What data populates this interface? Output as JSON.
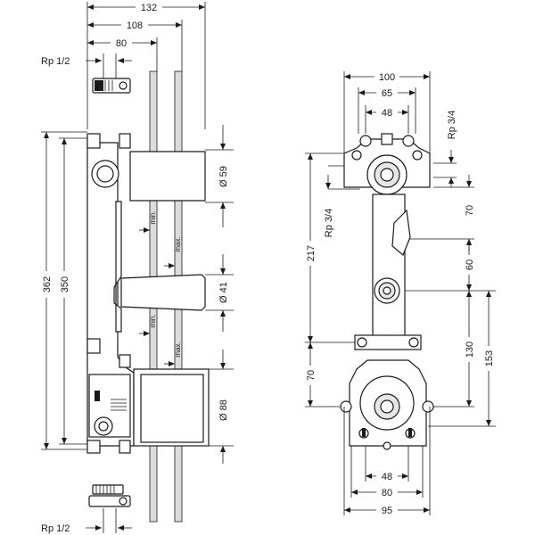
{
  "left_view": {
    "dims": {
      "d132": "132",
      "d108": "108",
      "d80": "80",
      "d362": "362",
      "d350": "350",
      "d59": "Ø 59",
      "d41": "Ø 41",
      "d88": "Ø 88"
    },
    "thread_top": "Rp 1/2",
    "thread_bottom": "Rp 1/2",
    "min_label_1": "min.",
    "max_label_1": "max.",
    "min_label_2": "min.",
    "max_label_2": "max."
  },
  "right_view": {
    "dims": {
      "d100": "100",
      "d65": "65",
      "d48_top": "48",
      "d217": "217",
      "d70_left": "70",
      "d70_right": "70",
      "d60": "60",
      "d130": "130",
      "d153": "153",
      "d48_bottom": "48",
      "d80": "80",
      "d95": "95"
    },
    "thread_top_right": "Rp 3/4",
    "thread_left": "Rp 3/4"
  },
  "colors": {
    "line": "#1a1a1a",
    "wall": "#dcdcdc",
    "body": "#e6e6e6"
  }
}
